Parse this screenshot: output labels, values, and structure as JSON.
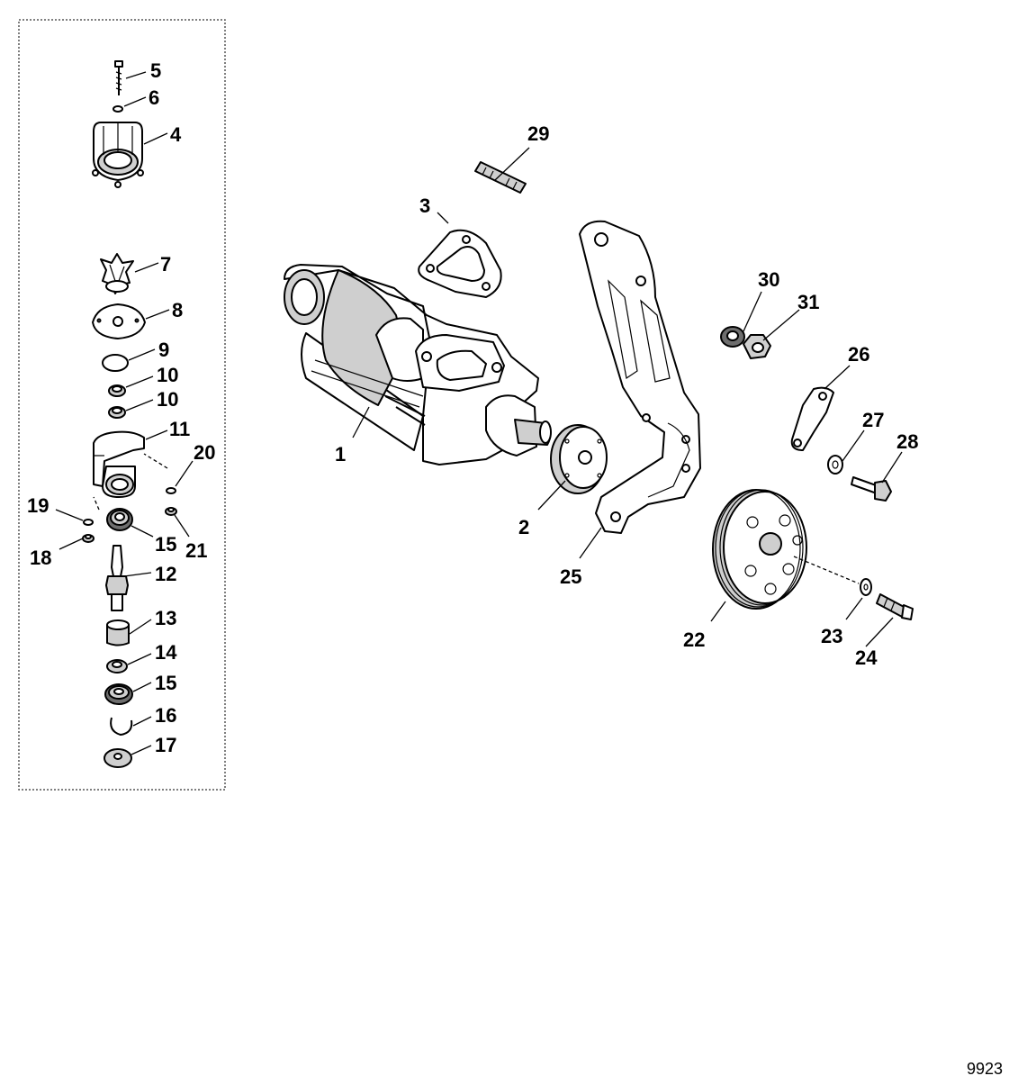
{
  "figure_number": "9923",
  "callouts": {
    "c1": "1",
    "c2": "2",
    "c3": "3",
    "c4": "4",
    "c5": "5",
    "c6": "6",
    "c7": "7",
    "c8": "8",
    "c9": "9",
    "c10a": "10",
    "c10b": "10",
    "c11": "11",
    "c12": "12",
    "c13": "13",
    "c14": "14",
    "c15a": "15",
    "c15b": "15",
    "c16": "16",
    "c17": "17",
    "c18": "18",
    "c19": "19",
    "c20": "20",
    "c21": "21",
    "c22": "22",
    "c23": "23",
    "c24": "24",
    "c25": "25",
    "c26": "26",
    "c27": "27",
    "c28": "28",
    "c29": "29",
    "c30": "30",
    "c31": "31"
  }
}
